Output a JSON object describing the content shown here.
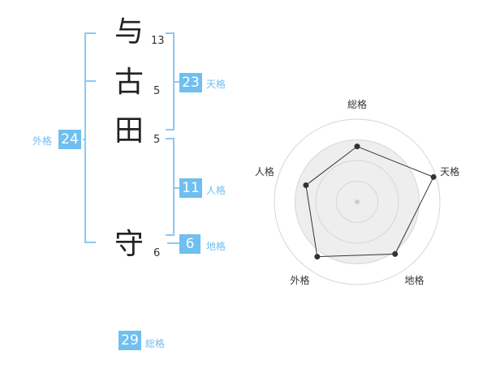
{
  "name": {
    "surname": [
      {
        "char": "与",
        "strokes": "13"
      },
      {
        "char": "古",
        "strokes": "5"
      },
      {
        "char": "田",
        "strokes": "5"
      }
    ],
    "given": [
      {
        "char": "守",
        "strokes": "6"
      }
    ]
  },
  "kakusu": {
    "tenkaku": {
      "value": "23",
      "label": "天格"
    },
    "jinkaku": {
      "value": "11",
      "label": "人格"
    },
    "chikaku": {
      "value": "6",
      "label": "地格"
    },
    "gaikaku": {
      "value": "24",
      "label": "外格"
    },
    "soukaku": {
      "value": "29",
      "label": "総格"
    }
  },
  "colors": {
    "accent": "#6fbff0",
    "bracket": "#8cc9f2",
    "text": "#222222"
  },
  "chart_data": {
    "type": "radar",
    "axes": [
      "総格",
      "天格",
      "地格",
      "外格",
      "人格"
    ],
    "values": [
      0.67,
      0.97,
      0.78,
      0.82,
      0.65
    ],
    "rmax": 1,
    "rings": 4
  }
}
